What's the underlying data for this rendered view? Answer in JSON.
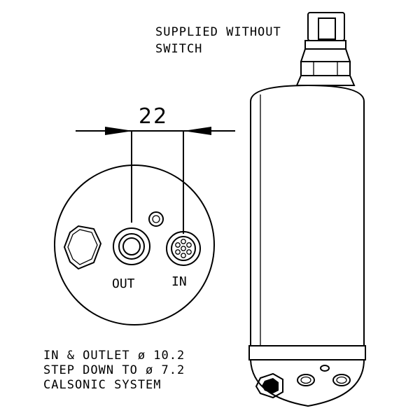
{
  "note_top": {
    "line1": "SUPPLIED WITHOUT",
    "line2": "SWITCH"
  },
  "dimension": {
    "value": "22"
  },
  "ports": {
    "out_label": "OUT",
    "in_label": "IN"
  },
  "note_bottom": {
    "line1": "IN & OUTLET ø 10.2",
    "line2": "STEP DOWN TO ø 7.2",
    "line3": "CALSONIC SYSTEM"
  }
}
